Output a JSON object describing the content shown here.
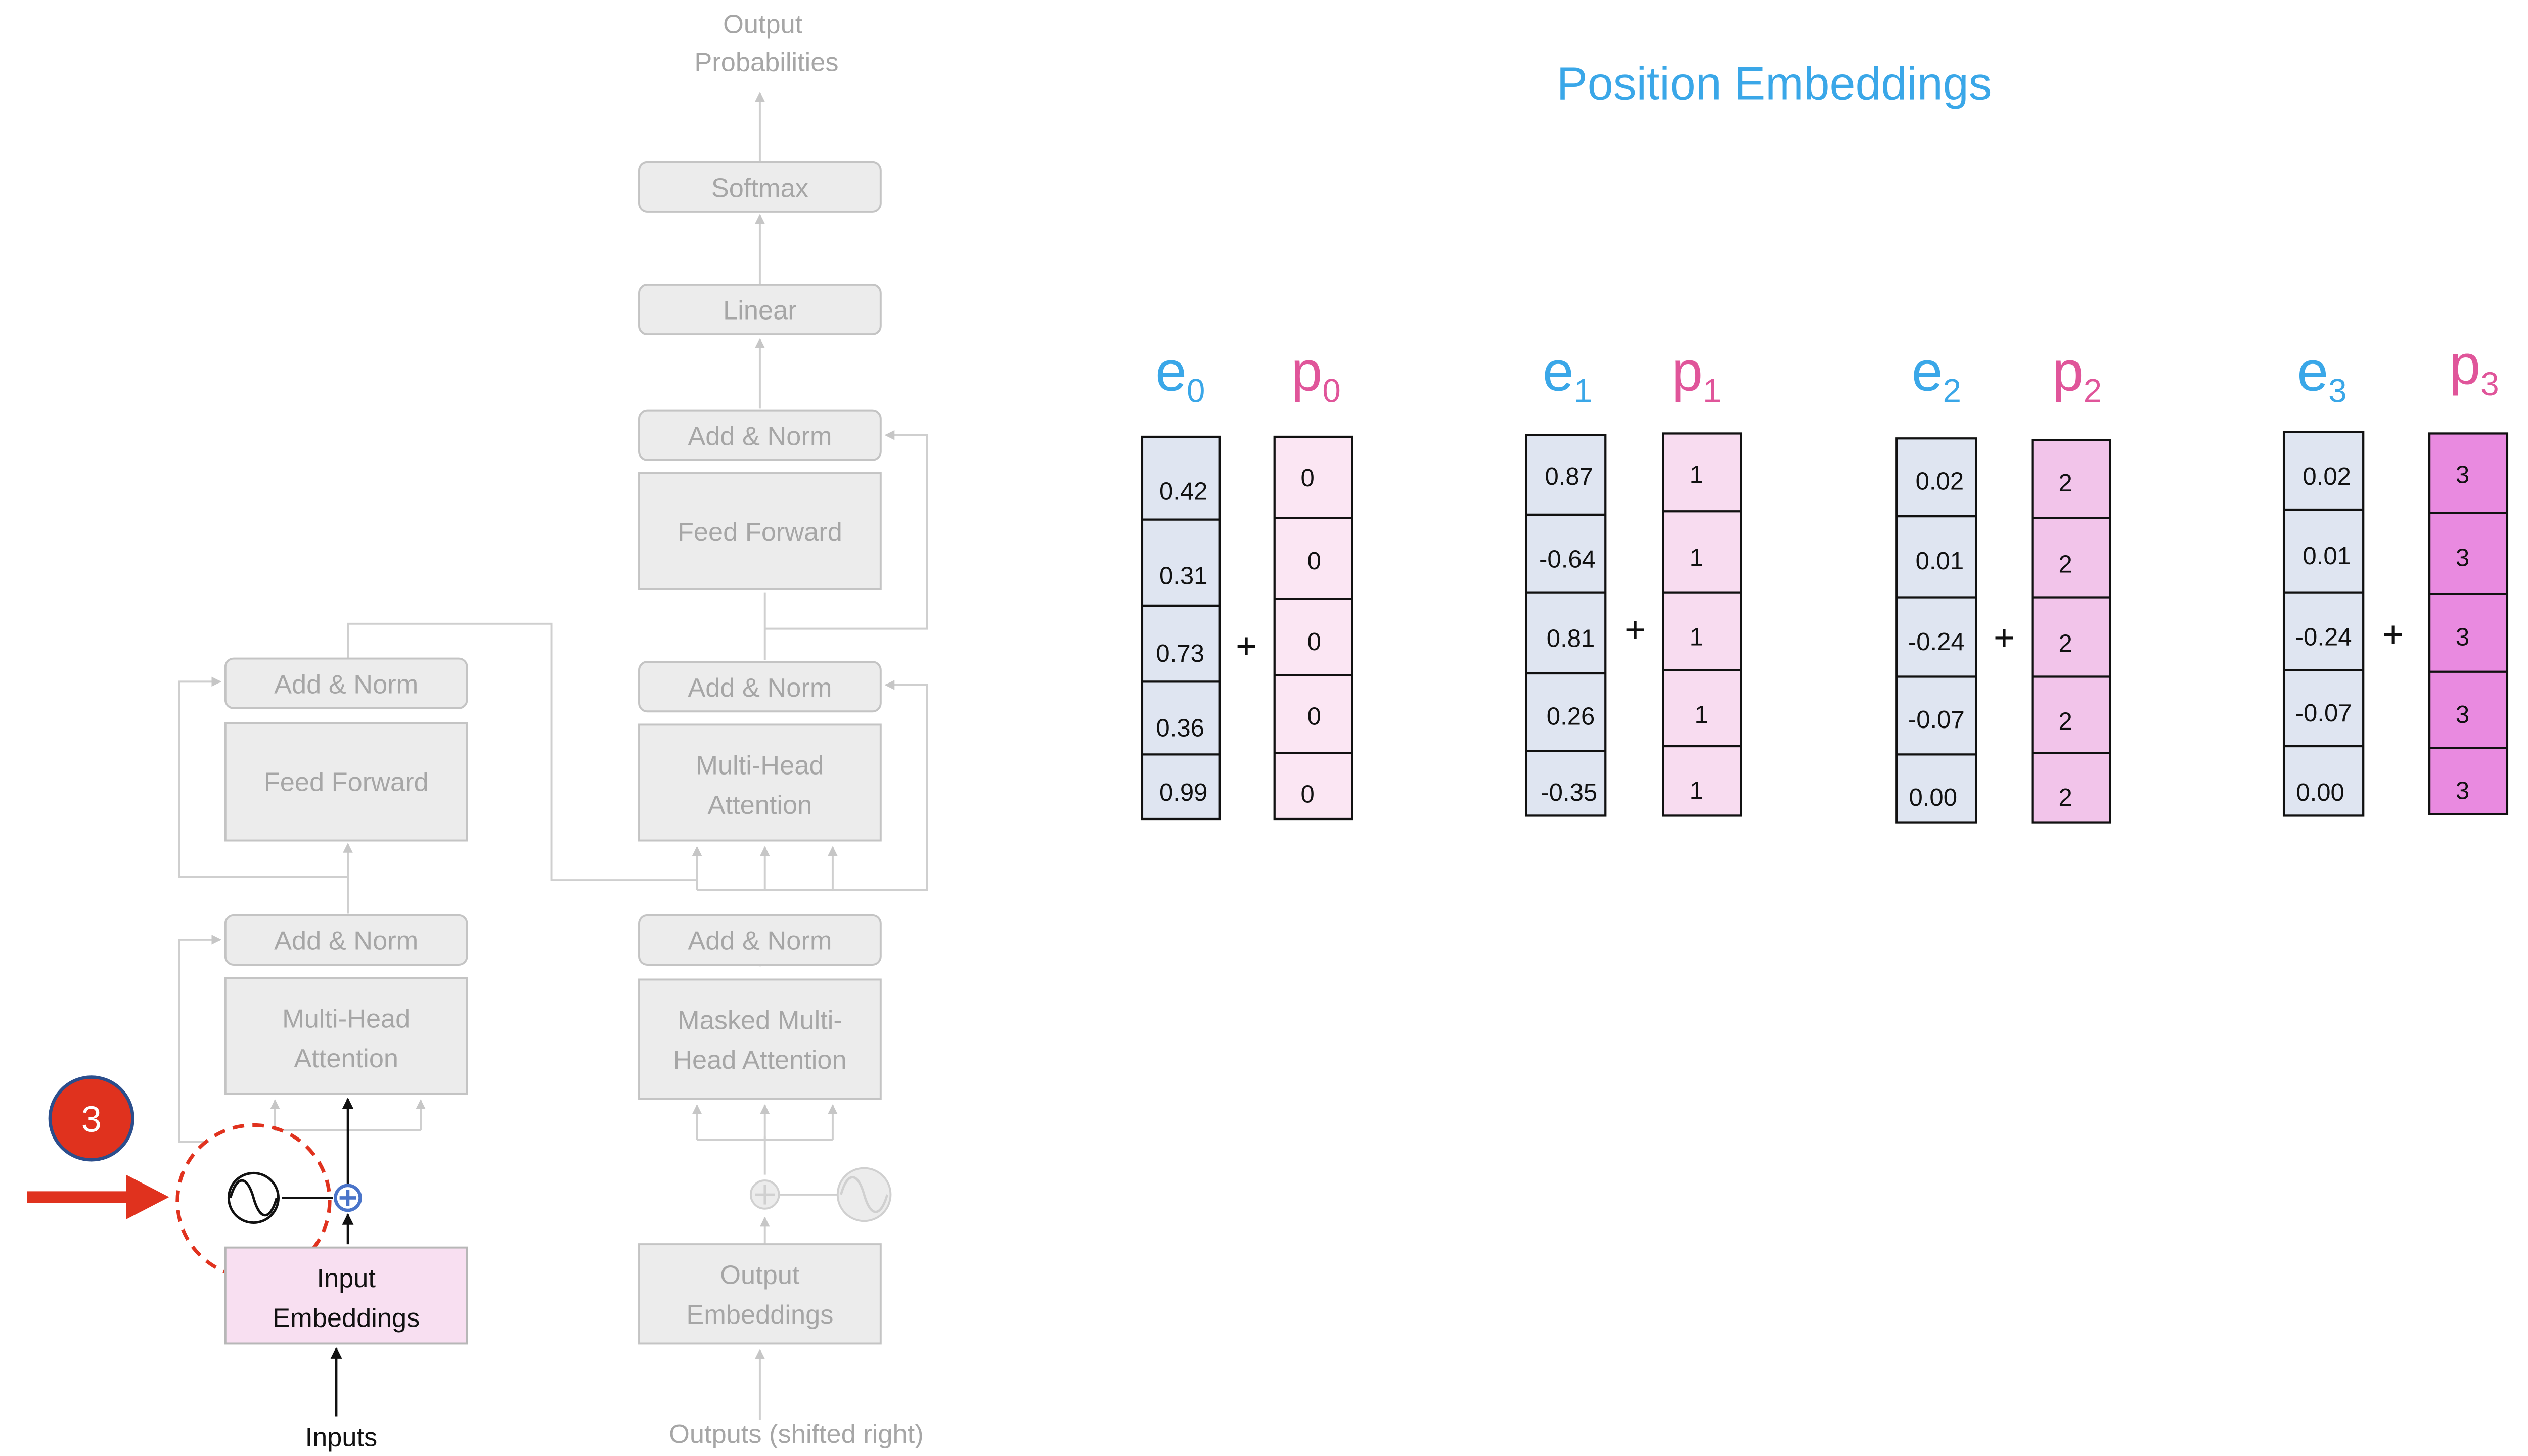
{
  "transformer": {
    "output_probabilities": [
      "Output",
      "Probabilities"
    ],
    "softmax": "Softmax",
    "linear": "Linear",
    "decoder_add_norm_top": "Add & Norm",
    "decoder_feed_forward": "Feed Forward",
    "decoder_add_norm_mid": "Add & Norm",
    "decoder_mha": [
      "Multi-Head",
      "Attention"
    ],
    "decoder_add_norm_bottom": "Add & Norm",
    "decoder_masked_mha": [
      "Masked Multi-",
      "Head Attention"
    ],
    "output_embeddings": [
      "Output",
      "Embeddings"
    ],
    "outputs_label": "Outputs (shifted right)",
    "encoder_add_norm_top": "Add & Norm",
    "encoder_feed_forward": "Feed Forward",
    "encoder_add_norm_bottom": "Add & Norm",
    "encoder_mha": [
      "Multi-Head",
      "Attention"
    ],
    "input_embeddings": [
      "Input",
      "Embeddings"
    ],
    "inputs_label": "Inputs",
    "step_badge": "3"
  },
  "embeddings": {
    "title": "Position Embeddings",
    "plus": "+",
    "groups": [
      {
        "e_base": "e",
        "e_sub": "0",
        "p_base": "p",
        "p_sub": "0",
        "e": [
          "0.42",
          "0.31",
          "0.73",
          "0.36",
          "0.99"
        ],
        "p": [
          "0",
          "0",
          "0",
          "0",
          "0"
        ]
      },
      {
        "e_base": "e",
        "e_sub": "1",
        "p_base": "p",
        "p_sub": "1",
        "e": [
          "0.87",
          "-0.64",
          "0.81",
          "0.26",
          "-0.35"
        ],
        "p": [
          "1",
          "1",
          "1",
          "1",
          "1"
        ]
      },
      {
        "e_base": "e",
        "e_sub": "2",
        "p_base": "p",
        "p_sub": "2",
        "e": [
          "0.02",
          "0.01",
          "-0.24",
          "-0.07",
          "0.00"
        ],
        "p": [
          "2",
          "2",
          "2",
          "2",
          "2"
        ]
      },
      {
        "e_base": "e",
        "e_sub": "3",
        "p_base": "p",
        "p_sub": "3",
        "e": [
          "0.02",
          "0.01",
          "-0.24",
          "-0.07",
          "0.00"
        ],
        "p": [
          "3",
          "3",
          "3",
          "3",
          "3"
        ]
      }
    ]
  },
  "colors": {
    "title_blue": "#3aa7e8",
    "p_label_pink": "#e0559a",
    "e_cell_fill": "#dfe5f1",
    "p_fills": [
      "#fbe6f3",
      "#f8dcf0",
      "#f2c4ea",
      "#e98ae0"
    ],
    "ghost_box_fill": "#ececec",
    "ghost_box_stroke": "#c4c4c4",
    "ghost_text": "#a6a6a6",
    "ghost_line": "#cfcfcf",
    "input_embed_fill": "#f8dff1",
    "highlight_red": "#e0321e",
    "plus_blue": "#4a74c9"
  }
}
